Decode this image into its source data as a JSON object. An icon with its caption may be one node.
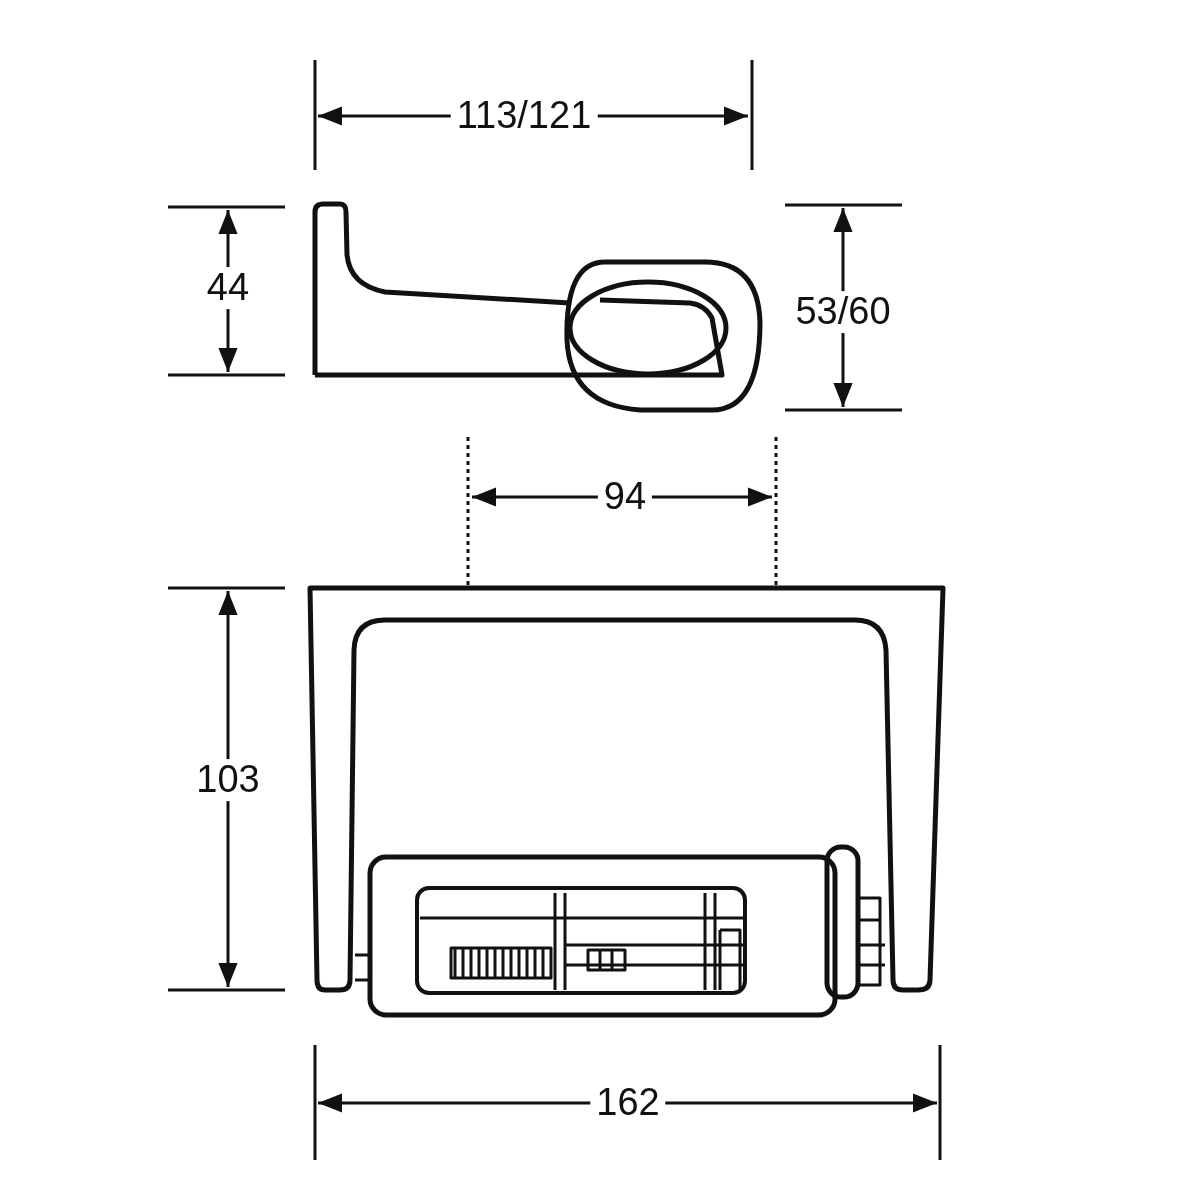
{
  "diagram": {
    "labels": [
      "113/121",
      "44",
      "53/60",
      "94",
      "103",
      "162"
    ]
  }
}
